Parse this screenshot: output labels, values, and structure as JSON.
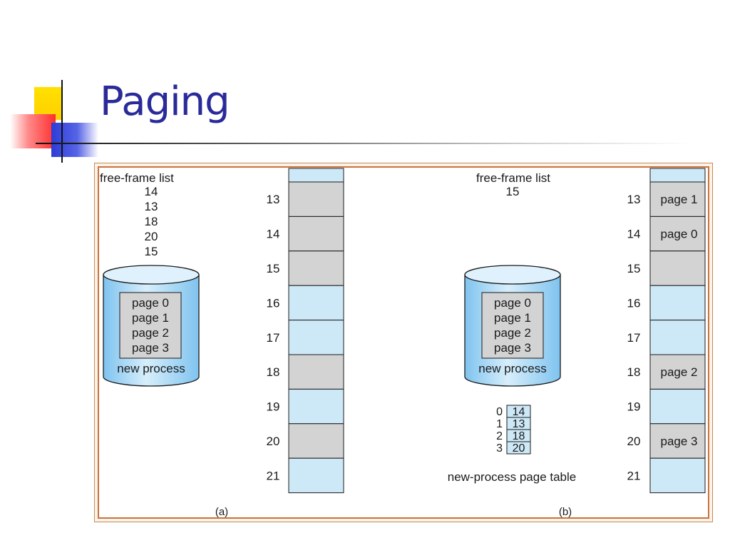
{
  "slide": {
    "title": "Paging"
  },
  "colors": {
    "title": "#2a2a9a",
    "free_frame": "#cde9f8",
    "used_frame": "#d3d3d3",
    "frame_border": "#c9733a",
    "cylinder": "#9fd3f3"
  },
  "diagram": {
    "part_a": {
      "free_list_title": "free-frame list",
      "free_list": [
        "14",
        "13",
        "18",
        "20",
        "15"
      ],
      "disk": {
        "pages": [
          "page 0",
          "page 1",
          "page 2",
          "page 3"
        ],
        "label": "new process"
      },
      "frames": [
        {
          "label": "13",
          "content": "",
          "used": true
        },
        {
          "label": "14",
          "content": "",
          "used": true
        },
        {
          "label": "15",
          "content": "",
          "used": true
        },
        {
          "label": "16",
          "content": "",
          "used": false
        },
        {
          "label": "17",
          "content": "",
          "used": false
        },
        {
          "label": "18",
          "content": "",
          "used": true
        },
        {
          "label": "19",
          "content": "",
          "used": false
        },
        {
          "label": "20",
          "content": "",
          "used": true
        },
        {
          "label": "21",
          "content": "",
          "used": false
        }
      ],
      "caption": "(a)"
    },
    "part_b": {
      "free_list_title": "free-frame list",
      "free_list": [
        "15"
      ],
      "disk": {
        "pages": [
          "page 0",
          "page 1",
          "page 2",
          "page 3"
        ],
        "label": "new process"
      },
      "page_table": {
        "rows": [
          {
            "page": "0",
            "frame": "14"
          },
          {
            "page": "1",
            "frame": "13"
          },
          {
            "page": "2",
            "frame": "18"
          },
          {
            "page": "3",
            "frame": "20"
          }
        ],
        "label": "new-process page table"
      },
      "frames": [
        {
          "label": "13",
          "content": "page 1",
          "used": true
        },
        {
          "label": "14",
          "content": "page 0",
          "used": true
        },
        {
          "label": "15",
          "content": "",
          "used": true
        },
        {
          "label": "16",
          "content": "",
          "used": false
        },
        {
          "label": "17",
          "content": "",
          "used": false
        },
        {
          "label": "18",
          "content": "page 2",
          "used": true
        },
        {
          "label": "19",
          "content": "",
          "used": false
        },
        {
          "label": "20",
          "content": "page 3",
          "used": true
        },
        {
          "label": "21",
          "content": "",
          "used": false
        }
      ],
      "caption": "(b)"
    }
  }
}
